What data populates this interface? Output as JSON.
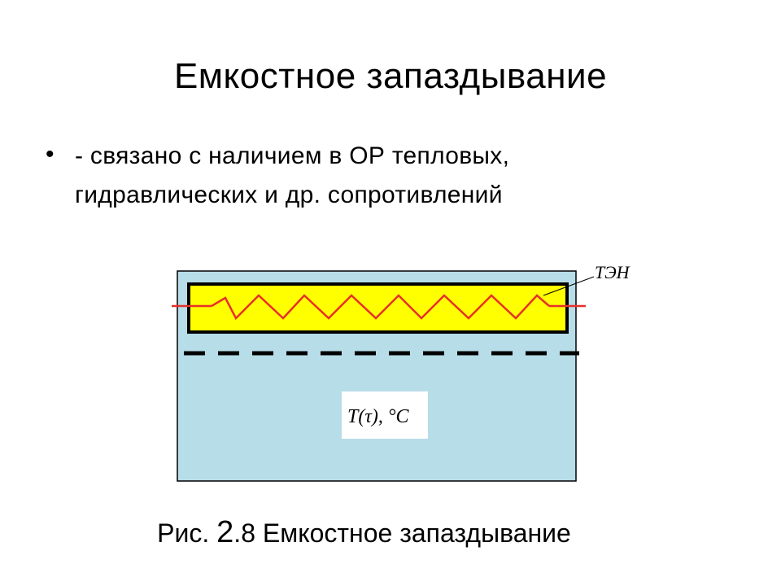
{
  "slide": {
    "title": "Емкостное запаздывание",
    "bullet": {
      "line1": "- связано с наличием в ОР тепловых,",
      "line2": "гидравлических и др. сопротивлений"
    },
    "diagram": {
      "heater_label": "ТЭН",
      "temperature_label": "T(τ), °C",
      "colors": {
        "tank_fill": "#b7dde8",
        "heater_fill": "#ffff00",
        "wire": "#e8302a",
        "outline": "#000000"
      }
    },
    "caption": {
      "prefix": "Рис. ",
      "number": "2",
      "suffix": ".8 Емкостное запаздывание"
    }
  }
}
